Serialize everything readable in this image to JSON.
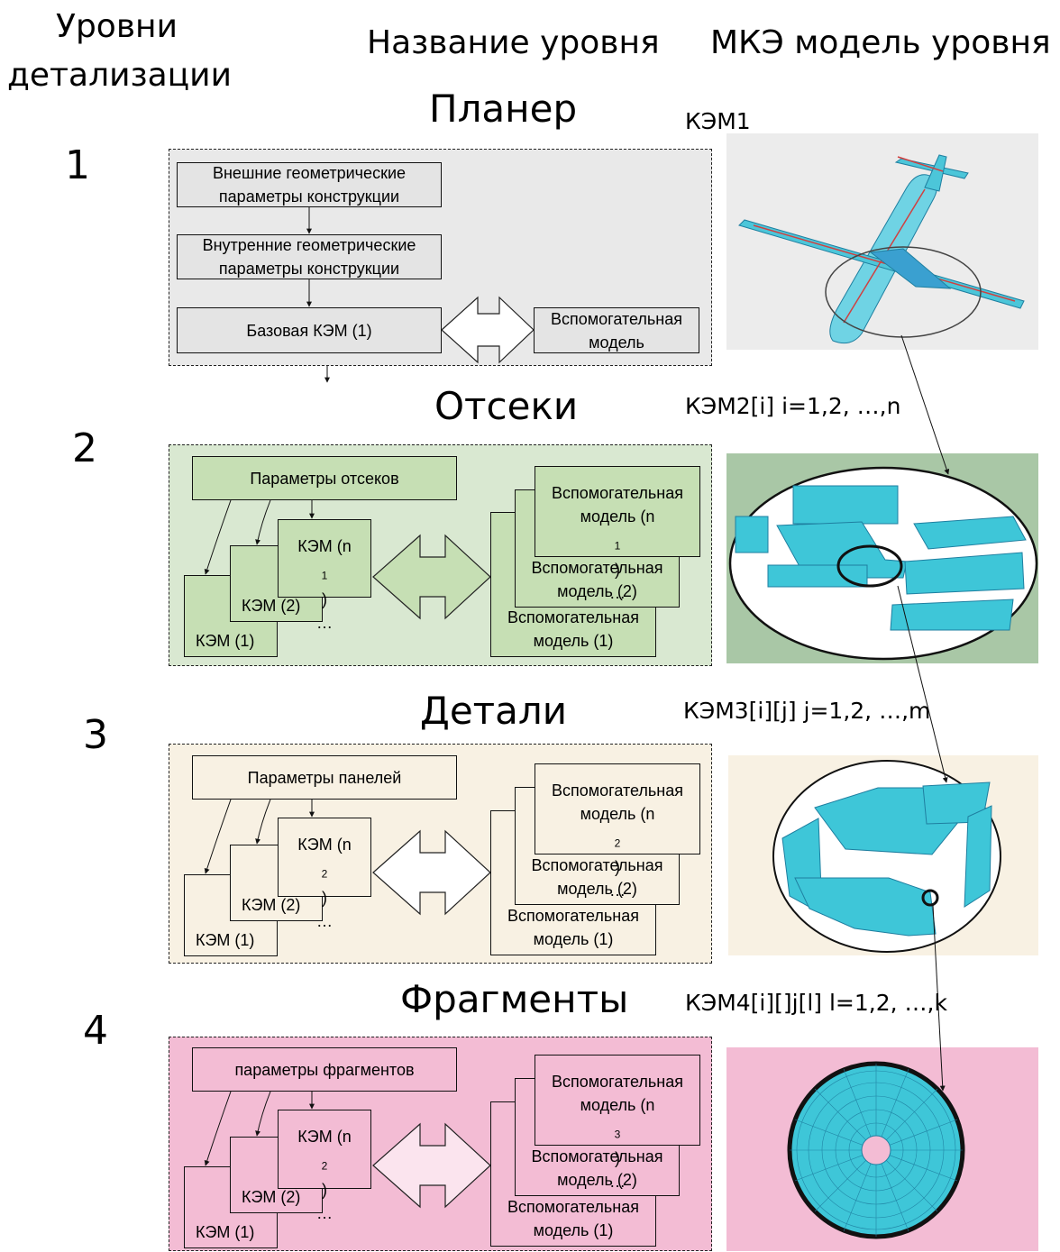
{
  "headers": {
    "levels": [
      "Уровни",
      "детализации"
    ],
    "level_name": "Название уровня",
    "fem_model": "МКЭ модель уровня"
  },
  "levels": [
    {
      "number": "1",
      "title": "Планер",
      "kem": "КЭМ1",
      "color": "#e9e9e9",
      "boxes": {
        "external": [
          "Внешние геометрические",
          "параметры конструкции"
        ],
        "internal": [
          "Внутренние геометрические",
          "параметры конструкции"
        ],
        "base": "Базовая КЭМ (1)",
        "aux": [
          "Вспомогательная",
          "модель"
        ]
      }
    },
    {
      "number": "2",
      "title": "Отсеки",
      "kem": "КЭМ2[i] i=1,2, …,n",
      "color": "#d9e8d1",
      "params": "Параметры отсеков",
      "kem_stack": [
        "КЭМ (1)",
        "КЭМ (2)",
        "КЭМ (n",
        "1",
        ")",
        "…"
      ],
      "aux_stack": {
        "top": [
          "Вспомогательная",
          "модель (n",
          "1",
          ")",
          "…"
        ],
        "mid": [
          "Вспомогательная",
          "модель (2)"
        ],
        "bot": [
          "Вспомогательная",
          "модель (1)"
        ]
      }
    },
    {
      "number": "3",
      "title": "Детали",
      "kem": "КЭМ3[i][j] j=1,2, …,m",
      "color": "#f8f1e3",
      "params": "Параметры панелей",
      "kem_stack": [
        "КЭМ (1)",
        "КЭМ (2)",
        "КЭМ (n",
        "2",
        ")",
        "…"
      ],
      "aux_stack": {
        "top": [
          "Вспомогательная",
          "модель (n",
          "2",
          ")",
          "…"
        ],
        "mid": [
          "Вспомогательная",
          "модель (2)"
        ],
        "bot": [
          "Вспомогательная",
          "модель (1)"
        ]
      }
    },
    {
      "number": "4",
      "title": "Фрагменты",
      "kem": "КЭМ4[i][]j[l] l=1,2, …,k",
      "color": "#f3bcd4",
      "params": "параметры фрагментов",
      "kem_stack": [
        "КЭМ (1)",
        "КЭМ (2)",
        "КЭМ (n",
        "2",
        ")",
        "…"
      ],
      "aux_stack": {
        "top": [
          "Вспомогательная",
          "модель (n",
          "3",
          ")",
          "…"
        ],
        "mid": [
          "Вспомогательная",
          "модель (2)"
        ],
        "bot": [
          "Вспомогательная",
          "модель (1)"
        ]
      }
    }
  ],
  "colors": {
    "mesh": "#3ec6d8",
    "mesh_line": "#1e7fa0",
    "green_box": "#c6dfb4",
    "green_bg_img": "#a9c7a6",
    "beige_img": "#f8f1e3",
    "pink_img": "#f3bcd4",
    "grey_img": "#ececec"
  }
}
